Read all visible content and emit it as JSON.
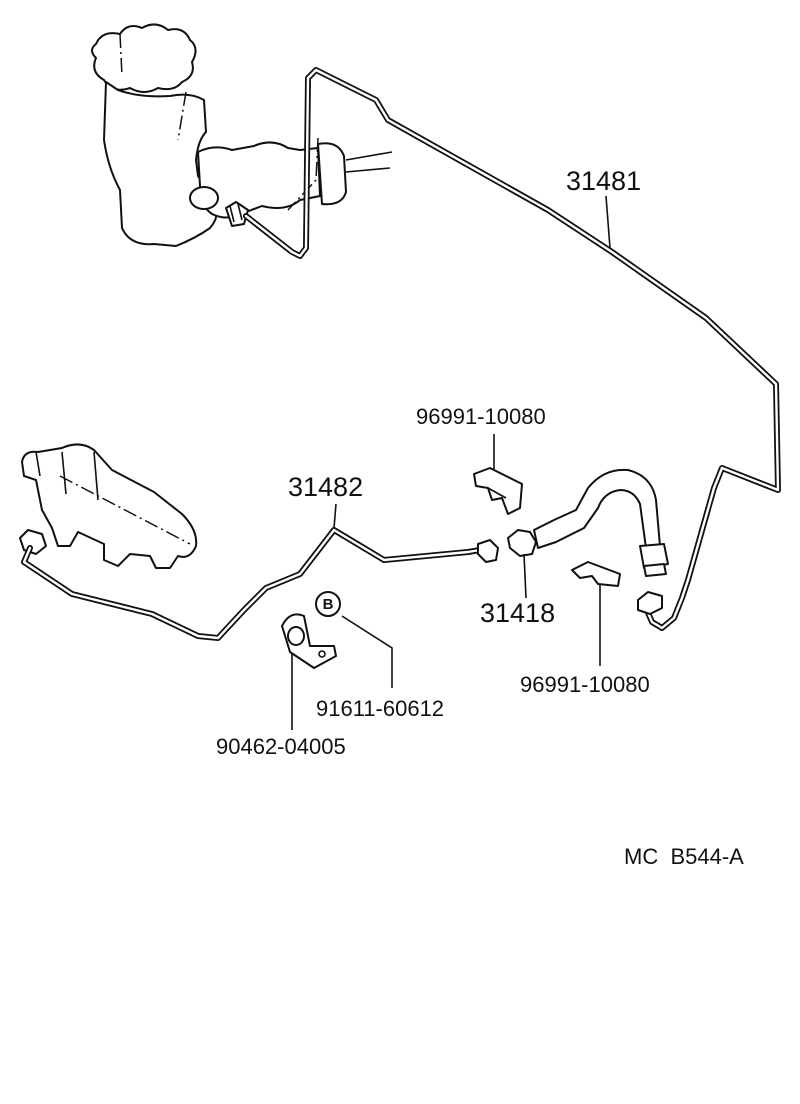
{
  "labels": {
    "pipe_upper": "31481",
    "pipe_lower": "31482",
    "union": "31418",
    "clip_upper": "96991-10080",
    "clip_lower": "96991-10080",
    "bolt": "91611-60612",
    "clamp": "90462-04005",
    "bolt_marker": "B",
    "drawing_code": "MC  B544-A"
  }
}
